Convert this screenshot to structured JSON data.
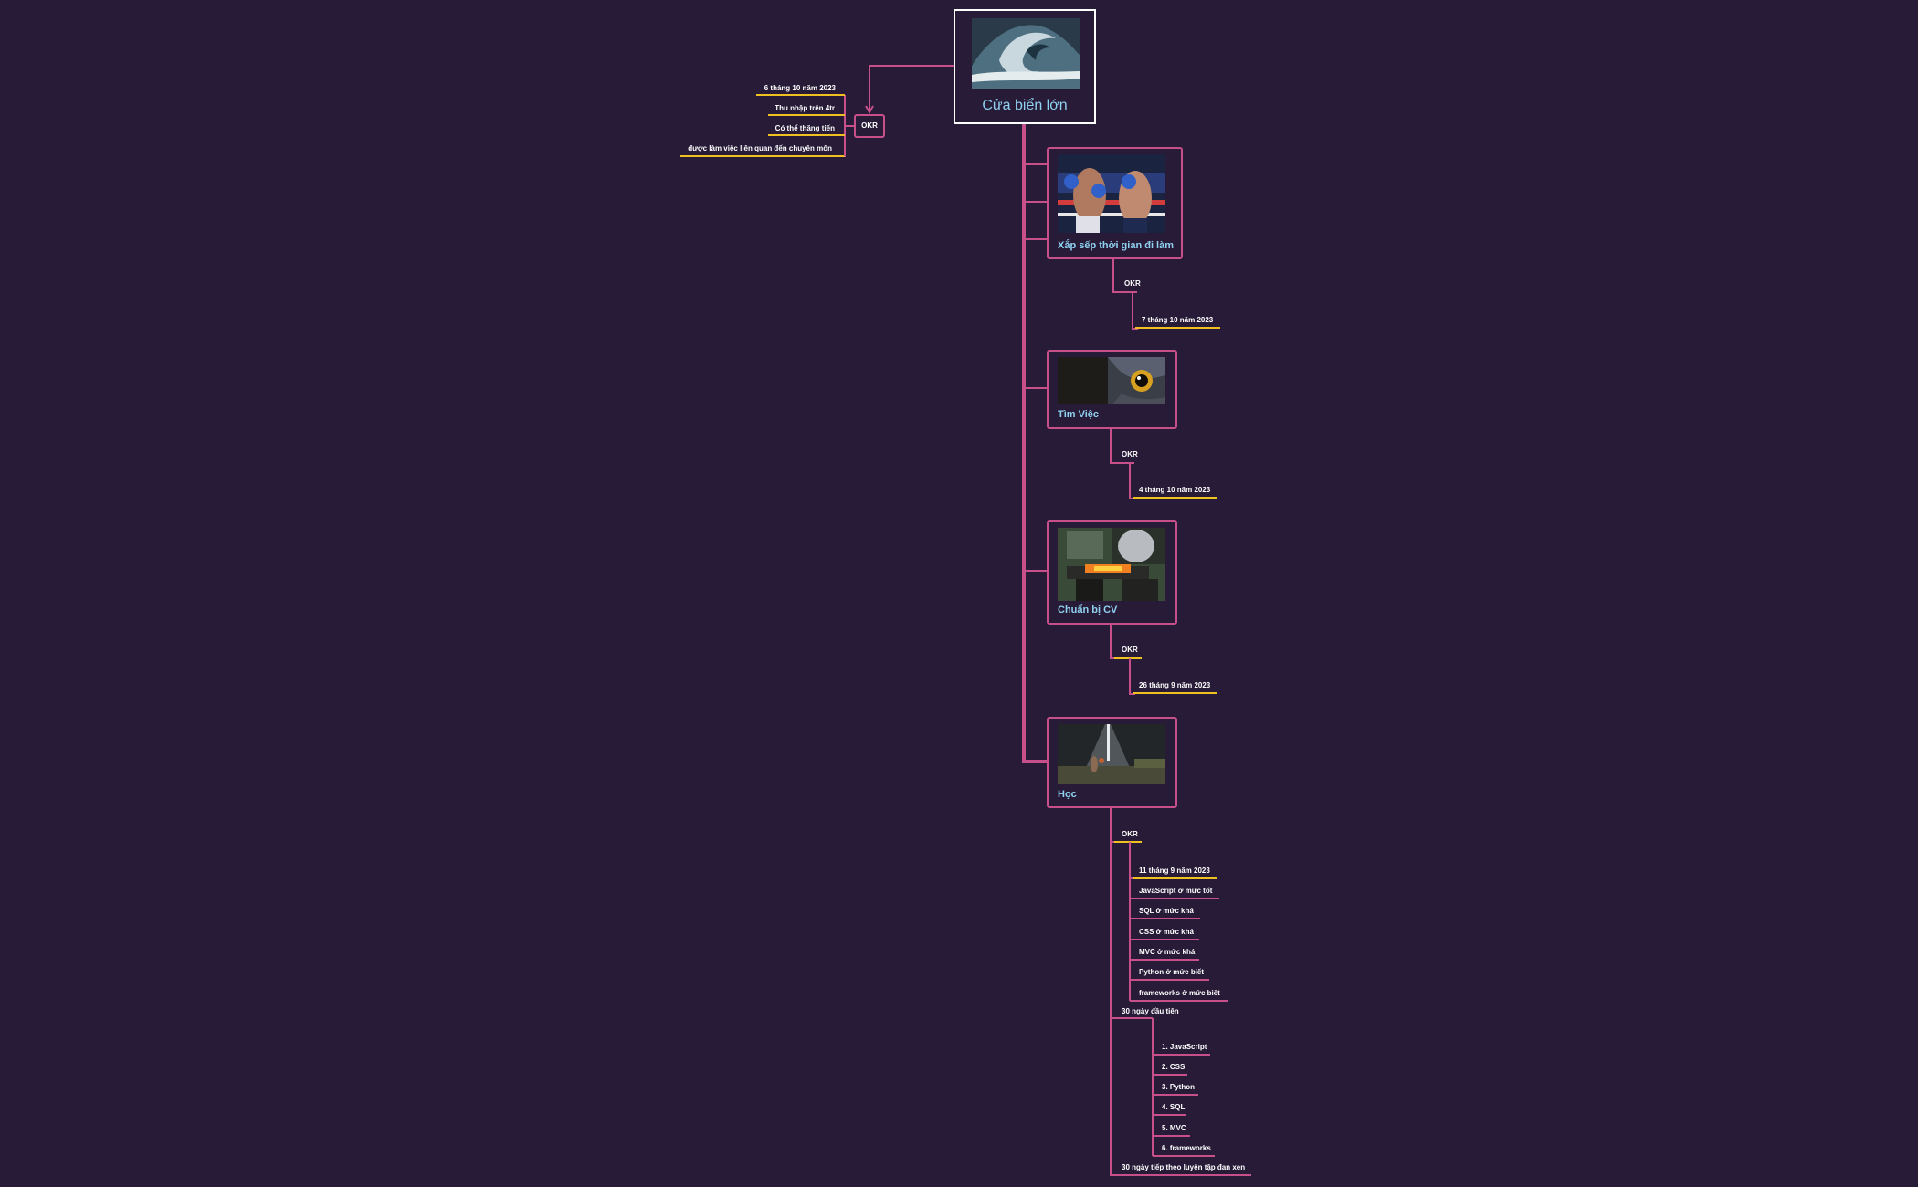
{
  "root": {
    "title": "Cửa biển lớn",
    "okr": {
      "label": "OKR",
      "items": [
        "6 tháng 10 năm 2023",
        "Thu nhập trên 4tr",
        "Có thể thăng tiến",
        "được làm việc liên quan đến chuyên môn"
      ]
    }
  },
  "topics": [
    {
      "title": "Xắp sếp thời gian đi làm",
      "okr_label": "OKR",
      "date": "7 tháng 10 năm 2023",
      "image": "boxing-photo"
    },
    {
      "title": "Tìm Việc",
      "okr_label": "OKR",
      "date": "4 tháng 10 năm 2023",
      "image": "owl-eye-photo"
    },
    {
      "title": "Chuẩn bị CV",
      "okr_label": "OKR",
      "date": "26 tháng 9 năm 2023",
      "image": "blacksmith-forge-photo"
    },
    {
      "title": "Học",
      "okr_label": "OKR",
      "image": "basketball-court-photo",
      "okr_items": [
        "11 tháng 9 năm 2023",
        "JavaScript ở mức tốt",
        "SQL ở mức khá",
        "CSS ở mức khá",
        "MVC ở mức khá",
        "Python ở mức biết",
        "frameworks ở mức biết"
      ],
      "first_30_days": {
        "label": "30 ngày đầu tiên",
        "items": [
          "1. JavaScript",
          "2. CSS",
          "3. Python",
          "4. SQL",
          "5. MVC",
          "6. frameworks"
        ]
      },
      "next_30_days": "30 ngày tiếp theo luyện tập đan xen"
    }
  ],
  "colors": {
    "background": "#271b38",
    "branch": "#c8508a",
    "highlight": "#f0c020",
    "topic_text": "#8fd2f0",
    "label_text": "#ffffff"
  }
}
